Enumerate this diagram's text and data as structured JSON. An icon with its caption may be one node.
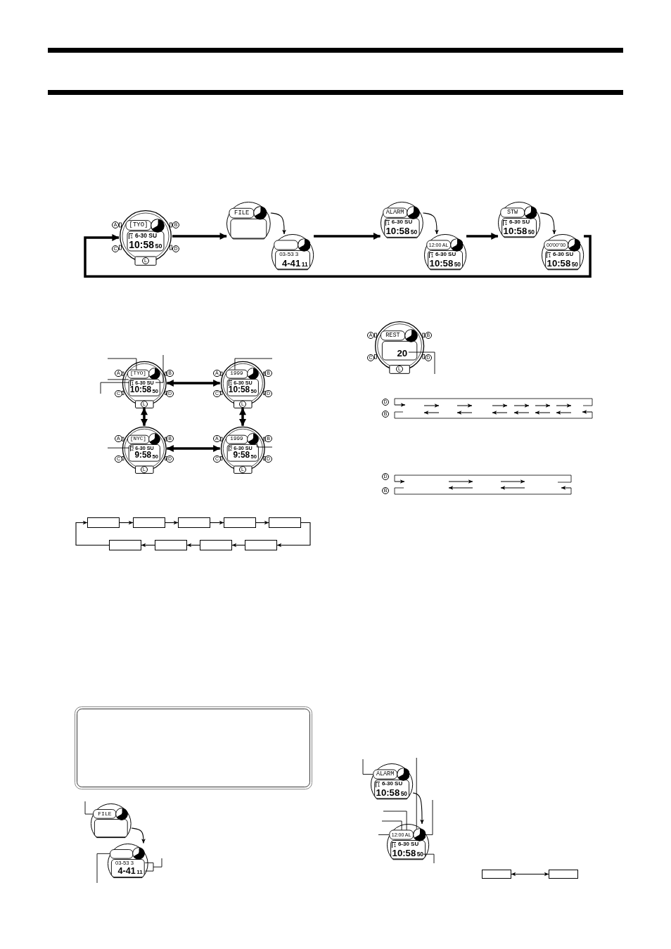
{
  "diagram": {
    "nodes": [
      {
        "text": [
          "[TYO]",
          "1",
          "6-30 SU",
          "10:58",
          "50",
          "L"
        ],
        "beside": [
          "A",
          "B",
          "C",
          "D"
        ]
      },
      {
        "text": [
          "FILE"
        ]
      },
      {
        "text": [
          "03-53 3",
          "4-41",
          "11"
        ]
      },
      {
        "text": [
          "ALARM",
          "1",
          "6-30 SU",
          "10:58",
          "50"
        ]
      },
      {
        "text": [
          "12:00 AL",
          "1",
          "6-30 SU",
          "10:58",
          "50"
        ]
      },
      {
        "text": [
          "STW",
          "1",
          "6-30 SU",
          "10:58",
          "50"
        ]
      },
      {
        "text": [
          "00'00\"00",
          "1",
          "6-30 SU",
          "10:58",
          "50"
        ]
      },
      {
        "text": [
          "[TYO]",
          "1",
          "6-30 SU",
          "10:58",
          "50",
          "L"
        ],
        "beside": [
          "A",
          "B",
          "C",
          "D"
        ]
      },
      {
        "text": [
          "1999",
          "1",
          "6-30 SU",
          "10:58",
          "50",
          "L"
        ],
        "beside": [
          "A",
          "B",
          "C",
          "D"
        ]
      },
      {
        "text": [
          "[NYC]",
          "2",
          "6-30 SU",
          "9:58",
          "50",
          "L"
        ],
        "beside": [
          "A",
          "B",
          "C",
          "D"
        ]
      },
      {
        "text": [
          "1999",
          "2",
          "6-30 SU",
          "9:58",
          "50",
          "L"
        ],
        "beside": [
          "A",
          "B",
          "C",
          "D"
        ]
      },
      {
        "text": [],
        "shape": "box"
      },
      {
        "text": [],
        "shape": "box"
      },
      {
        "text": [],
        "shape": "box"
      },
      {
        "text": [],
        "shape": "box"
      },
      {
        "text": [],
        "shape": "box"
      },
      {
        "text": [],
        "shape": "box"
      },
      {
        "text": [],
        "shape": "box"
      },
      {
        "text": [],
        "shape": "box"
      },
      {
        "text": [],
        "shape": "box"
      },
      {
        "text": [
          "FILE"
        ]
      },
      {
        "text": [
          "03-53 3",
          "4-41",
          "11"
        ]
      },
      {
        "text": [
          "REST",
          "20",
          "L"
        ],
        "beside": [
          "A",
          "B",
          "C",
          "D"
        ]
      },
      {
        "text": [
          "ALARM",
          "1",
          "6-30 SU",
          "10:58",
          "50"
        ]
      },
      {
        "text": [
          "12:00 AL",
          "1",
          "6-30 SU",
          "10:58",
          "50"
        ]
      },
      {
        "text": [],
        "shape": "box"
      },
      {
        "text": [],
        "shape": "box"
      }
    ],
    "edges": [
      {
        "from": 0,
        "to": 1,
        "arrow": "to",
        "style": "thick"
      },
      {
        "from": 1,
        "to": 2,
        "arrow": "to"
      },
      {
        "from": 2,
        "to": 3,
        "arrow": "to",
        "style": "thick"
      },
      {
        "from": 3,
        "to": 4,
        "arrow": "to"
      },
      {
        "from": 4,
        "to": 5,
        "arrow": "to",
        "style": "thick"
      },
      {
        "from": 5,
        "to": 6,
        "arrow": "to"
      },
      {
        "from": 6,
        "to": 0,
        "arrow": "to",
        "style": "thick"
      },
      {
        "from": 7,
        "to": 8,
        "arrow": "both",
        "style": "thick"
      },
      {
        "from": 7,
        "to": 9,
        "arrow": "both",
        "style": "thick"
      },
      {
        "from": 8,
        "to": 10,
        "arrow": "both",
        "style": "thick"
      },
      {
        "from": 9,
        "to": 10,
        "arrow": "both",
        "style": "thick"
      },
      {
        "from": 11,
        "to": 12,
        "arrow": "to"
      },
      {
        "from": 12,
        "to": 13,
        "arrow": "to"
      },
      {
        "from": 13,
        "to": 14,
        "arrow": "to"
      },
      {
        "from": 14,
        "to": 15,
        "arrow": "to"
      },
      {
        "from": 15,
        "to": 19,
        "arrow": "to"
      },
      {
        "from": 19,
        "to": 18,
        "arrow": "to"
      },
      {
        "from": 18,
        "to": 17,
        "arrow": "to"
      },
      {
        "from": 17,
        "to": 16,
        "arrow": "to"
      },
      {
        "from": 16,
        "to": 11,
        "arrow": "to"
      },
      {
        "from": 20,
        "to": 21,
        "arrow": "to"
      },
      {
        "from": 23,
        "to": 24,
        "arrow": "to"
      },
      {
        "from": 25,
        "to": 26,
        "arrow": "both"
      },
      {
        "from": 7,
        "to": null,
        "arrow": "none"
      },
      {
        "from": 7,
        "to": null,
        "arrow": "none"
      },
      {
        "from": 7,
        "to": null,
        "arrow": "none"
      },
      {
        "from": 7,
        "to": null,
        "arrow": "none"
      },
      {
        "from": 8,
        "to": null,
        "arrow": "none"
      },
      {
        "from": 9,
        "to": null,
        "arrow": "none"
      },
      {
        "from": 10,
        "to": null,
        "arrow": "none"
      },
      {
        "from": 20,
        "to": null,
        "arrow": "none"
      },
      {
        "from": 21,
        "to": null,
        "arrow": "none"
      },
      {
        "from": 21,
        "to": null,
        "arrow": "none"
      },
      {
        "from": 22,
        "to": null,
        "arrow": "none"
      },
      {
        "from": 23,
        "to": null,
        "arrow": "none"
      },
      {
        "from": 24,
        "to": null,
        "arrow": "none"
      },
      {
        "from": 24,
        "to": null,
        "arrow": "none"
      },
      {
        "from": 24,
        "to": null,
        "arrow": "none"
      },
      {
        "from": 24,
        "to": null,
        "arrow": "none"
      },
      {
        "from": 24,
        "to": null,
        "arrow": "none"
      },
      {
        "from": 24,
        "to": null,
        "arrow": "none"
      }
    ],
    "labels": [
      "D",
      "B",
      "D",
      "B"
    ]
  }
}
